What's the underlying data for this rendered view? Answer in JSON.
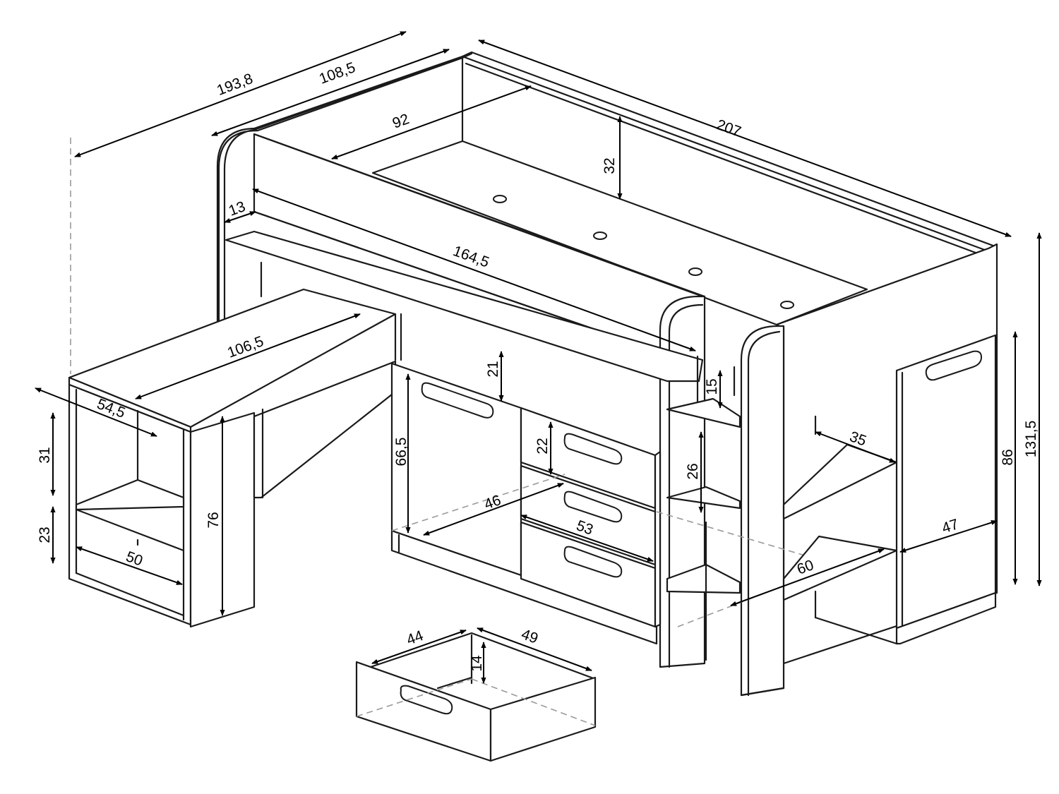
{
  "diagram": {
    "units": "",
    "colors": {
      "line": "#1a1a1a",
      "hidden_line": "#9a9a9a",
      "background": "#ffffff"
    },
    "dimensions": {
      "total_length": "193,8",
      "top_frame_length": "108,5",
      "bed_depth": "207",
      "mattress_width": "92",
      "rail_height": "32",
      "rail_thickness": "13",
      "shelf_length": "164,5",
      "desk_length": "106,5",
      "desk_depth": "54,5",
      "bookcase_top_shelf": "31",
      "bookcase_bottom_shelf": "23",
      "bookcase_width": "50",
      "desk_height": "76",
      "cabinet_door_height": "66,5",
      "cabinet_gap": "21",
      "drawer_height": "22",
      "cabinet_depth": "46",
      "drawer_width": "53",
      "step_height": "15",
      "open_shelf_height": "26",
      "shelf_depth": "35",
      "open_shelf_width": "60",
      "wardrobe_height": "86",
      "wardrobe_width": "47",
      "total_height": "131,5",
      "loose_drawer_depth": "44",
      "loose_drawer_length": "49",
      "loose_drawer_height": "14"
    }
  }
}
